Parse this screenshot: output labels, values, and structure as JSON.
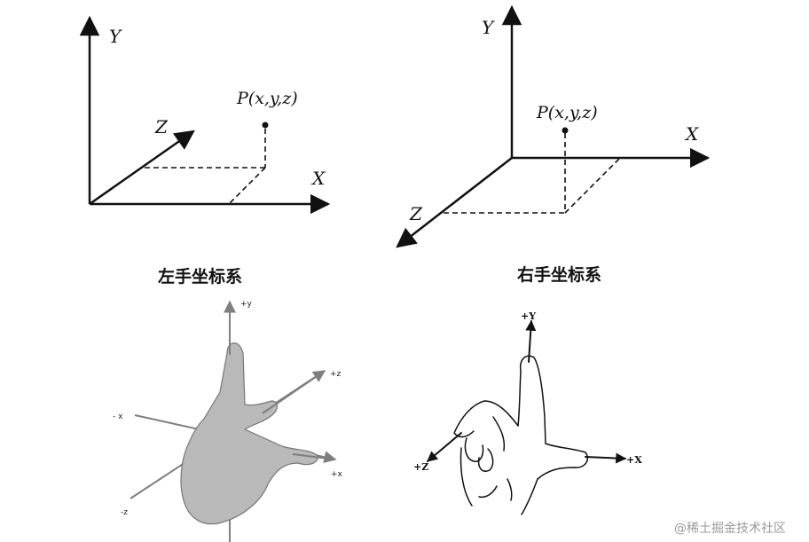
{
  "left_diagram": {
    "axis_x": "X",
    "axis_y": "Y",
    "axis_z": "Z",
    "point": "P(x,y,z)",
    "caption": "左手坐标系"
  },
  "right_diagram": {
    "axis_x": "X",
    "axis_y": "Y",
    "axis_z": "Z",
    "point": "P(x,y,z)",
    "caption": "右手坐标系"
  },
  "left_hand": {
    "plus_y": "+y",
    "plus_z": "+z",
    "minus_x": "- x",
    "plus_x": "+x",
    "minus_z": "-z"
  },
  "right_hand": {
    "plus_y": "+Y",
    "plus_z": "+Z",
    "plus_x": "+X"
  },
  "watermark": "@稀土掘金技术社区",
  "colors": {
    "line": "#111111",
    "hand_fill": "#b9b9b9",
    "axis_gray": "#7f7f7f",
    "watermark": "#9a9a9a"
  }
}
